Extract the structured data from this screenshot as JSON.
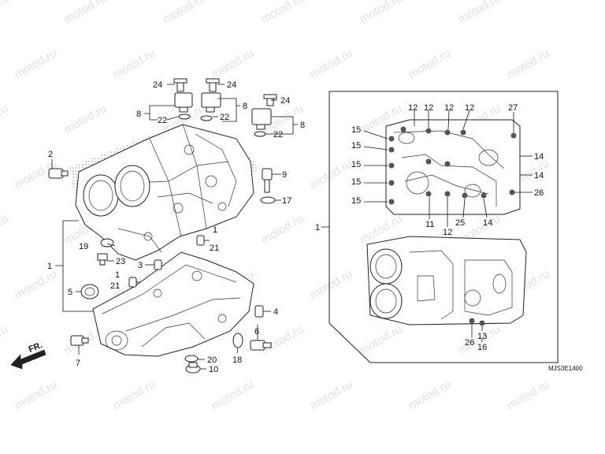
{
  "watermark": "motod.ru",
  "diagram_code": "MJS3E1400",
  "front_arrow": "FR.",
  "callouts": {
    "c24a": "24",
    "c24b": "24",
    "c24c": "24",
    "c8a": "8",
    "c8b": "8",
    "c8c": "8",
    "c22a": "22",
    "c22b": "22",
    "c22c": "22",
    "c2": "2",
    "c9": "9",
    "c17": "17",
    "c1a": "1",
    "c1b": "1",
    "c1c": "1",
    "c1d": "1",
    "c21a": "21",
    "c21b": "21",
    "c19": "19",
    "c23": "23",
    "c3": "3",
    "c5": "5",
    "c4": "4",
    "c6": "6",
    "c7": "7",
    "c18": "18",
    "c20": "20",
    "c10": "10",
    "d12a": "12",
    "d12b": "12",
    "d12c": "12",
    "d12d": "12",
    "d12e": "12",
    "d27": "27",
    "d15a": "15",
    "d15b": "15",
    "d15c": "15",
    "d15d": "15",
    "d15e": "15",
    "d14a": "14",
    "d14b": "14",
    "d14c": "14",
    "d26a": "26",
    "d26b": "26",
    "d11": "11",
    "d25": "25",
    "d13": "13",
    "d16": "16"
  }
}
